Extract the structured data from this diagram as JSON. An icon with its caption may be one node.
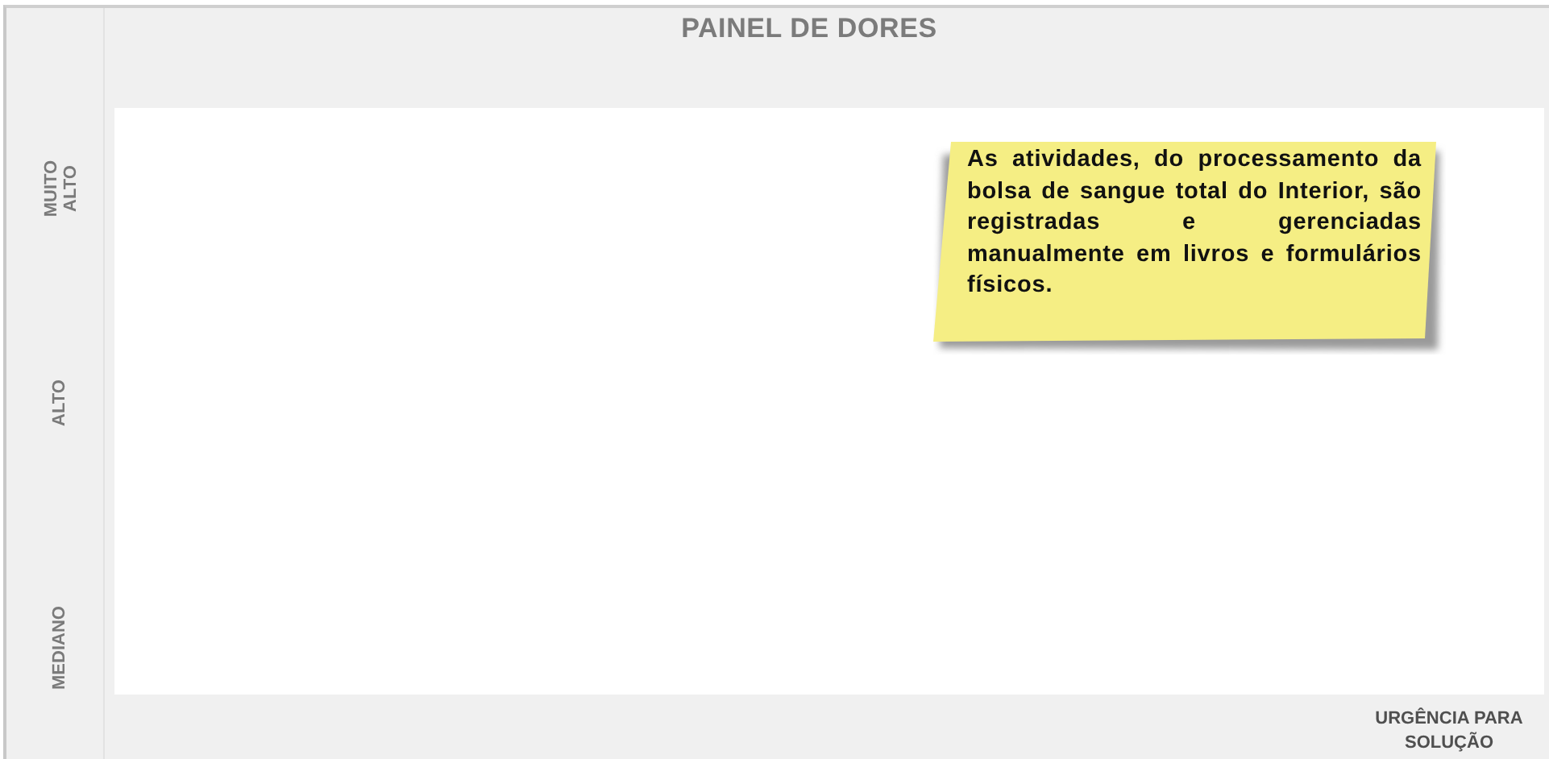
{
  "diagram": {
    "title": "PAINEL DE DORES",
    "nodes": [
      {
        "text": [
          "As atividades, do processamento da bolsa de sangue total do Interior, são registradas e gerenciadas manualmente em livros e formulários físicos."
        ]
      }
    ],
    "labels": [
      "MUITO ALTO",
      "ALTO",
      "MEDIANO",
      "URGÊNCIA PARA SOLUÇÃO"
    ]
  }
}
